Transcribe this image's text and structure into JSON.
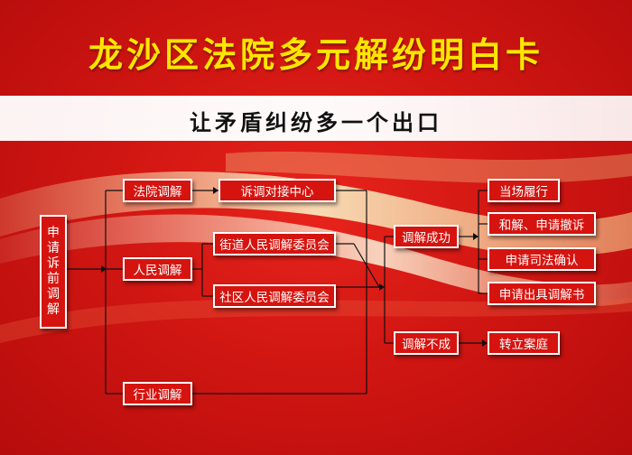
{
  "title": "龙沙区法院多元解纷明白卡",
  "subtitle": "让矛盾纠纷多一个出口",
  "start": [
    "申",
    "请",
    "诉",
    "前",
    "调",
    "解"
  ],
  "nodes": {
    "court": "法院调解",
    "people": "人民调解",
    "industry": "行业调解",
    "center": "诉调对接中心",
    "street": "街道人民调解委员会",
    "community": "社区人民调解委员会",
    "success": "调解成功",
    "fail": "调解不成",
    "r1": "当场履行",
    "r2": "和解、申请撤诉",
    "r3": "申请司法确认",
    "r4": "申请出具调解书",
    "case": "转立案庭"
  },
  "colors": {
    "background": "#d11612",
    "title": "#ffe600",
    "box": "#d6140f",
    "border": "#ffffff",
    "line": "#111111"
  }
}
